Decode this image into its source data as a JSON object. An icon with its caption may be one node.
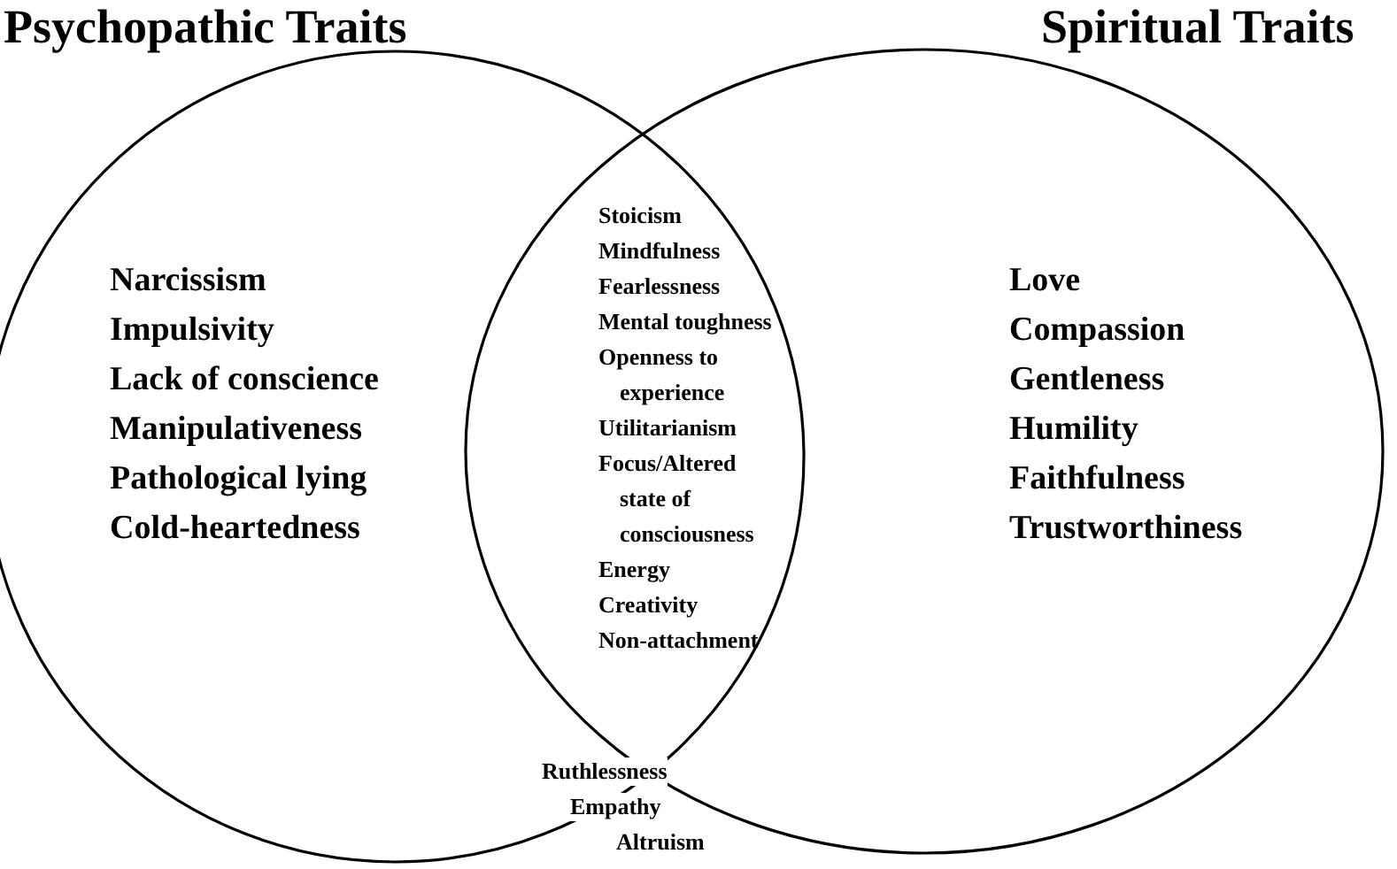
{
  "diagram": {
    "nodes": [
      {
        "text": [
          "Psychopathic Traits",
          "Narcissism",
          "Impulsivity",
          "Lack of conscience",
          "Manipulativeness",
          "Pathological lying",
          "Cold-heartedness"
        ]
      },
      {
        "text": [
          "Spiritual Traits",
          "Love",
          "Compassion",
          "Gentleness",
          "Humility",
          "Faithfulness",
          "Trustworthiness"
        ]
      }
    ],
    "labels": [
      "Stoicism",
      "Mindfulness",
      "Fearlessness",
      "Mental toughness",
      "Openness to experience",
      "Utilitarianism",
      "Focus/Altered state of consciousness",
      "Energy",
      "Creativity",
      "Non-attachment",
      "Ruthlessness",
      "Empathy",
      "Altruism"
    ]
  }
}
